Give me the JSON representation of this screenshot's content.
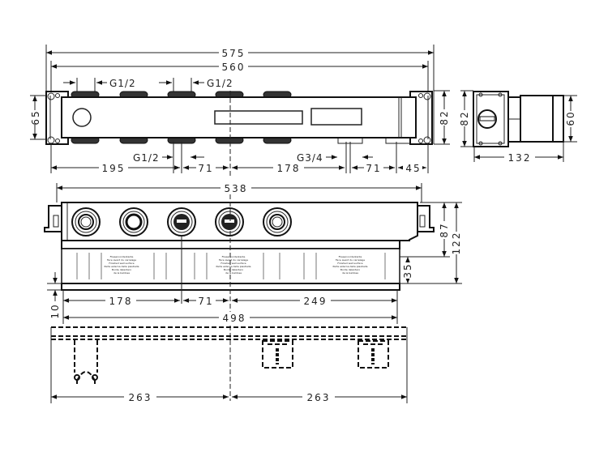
{
  "top_view": {
    "dim_overall": "575",
    "dim_inner": "560",
    "thread_top_1": "G1/2",
    "thread_top_2": "G1/2",
    "thread_bottom_1": "G1/2",
    "thread_bottom_2": "G3/4",
    "dim_195": "195",
    "dim_71_a": "71",
    "dim_178": "178",
    "dim_71_b": "71",
    "dim_45": "45",
    "dim_height_left": "65",
    "dim_height_right": "82"
  },
  "side_view": {
    "dim_height": "82",
    "dim_pipe": "60",
    "dim_depth": "132"
  },
  "front_view": {
    "dim_width": "538",
    "dim_87": "87",
    "dim_122": "122",
    "dim_35": "35",
    "dim_10": "10",
    "dim_178": "178",
    "dim_71": "71",
    "dim_249": "249",
    "dim_498": "498",
    "label_lines": [
      "Fliesenvorderkante",
      "Face avant du carrelage",
      "Finished wall surface",
      "Parte esterna della piastrella",
      "Borde delantero",
      "de la baldosa"
    ]
  },
  "bottom_view": {
    "dim_left": "263",
    "dim_right": "263"
  }
}
